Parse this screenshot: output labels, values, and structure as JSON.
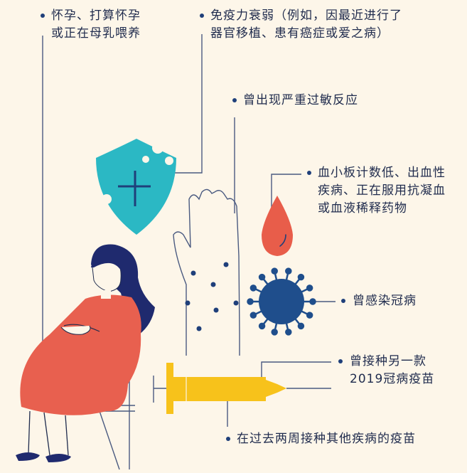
{
  "labels": {
    "pregnant": [
      "怀孕、打算怀孕",
      "或正在母乳喂养"
    ],
    "immune": [
      "免疫力衰弱（例如，因最近进行了",
      "器官移植、患有癌症或爱之病）"
    ],
    "allergy": [
      "曾出现严重过敏反应"
    ],
    "blood": [
      "血小板计数低、出血性",
      "疾病、正在服用抗凝血",
      "或血液稀释药物"
    ],
    "infected": [
      "曾感染冠病"
    ],
    "other_vaccine": [
      "曾接种另一款",
      "2019冠病疫苗"
    ],
    "recent_vaccine": [
      "在过去两周接种其他疾病的疫苗"
    ]
  },
  "colors": {
    "background": "#fdf6e9",
    "text": "#1f2b4d",
    "bullet": "#1f3f7a",
    "line": "#4a5a80",
    "shield": "#2bb8c4",
    "blood": "#e85d4a",
    "virus": "#1f4e8c",
    "syringe": "#f7c21b",
    "dress": "#e8604f",
    "hair": "#1f2a6e",
    "skin": "#fdf6e9"
  },
  "icons": [
    "shield-cross-icon",
    "hand-rash-icon",
    "blood-drop-icon",
    "virus-icon",
    "syringe-icon",
    "pregnant-woman-icon"
  ]
}
